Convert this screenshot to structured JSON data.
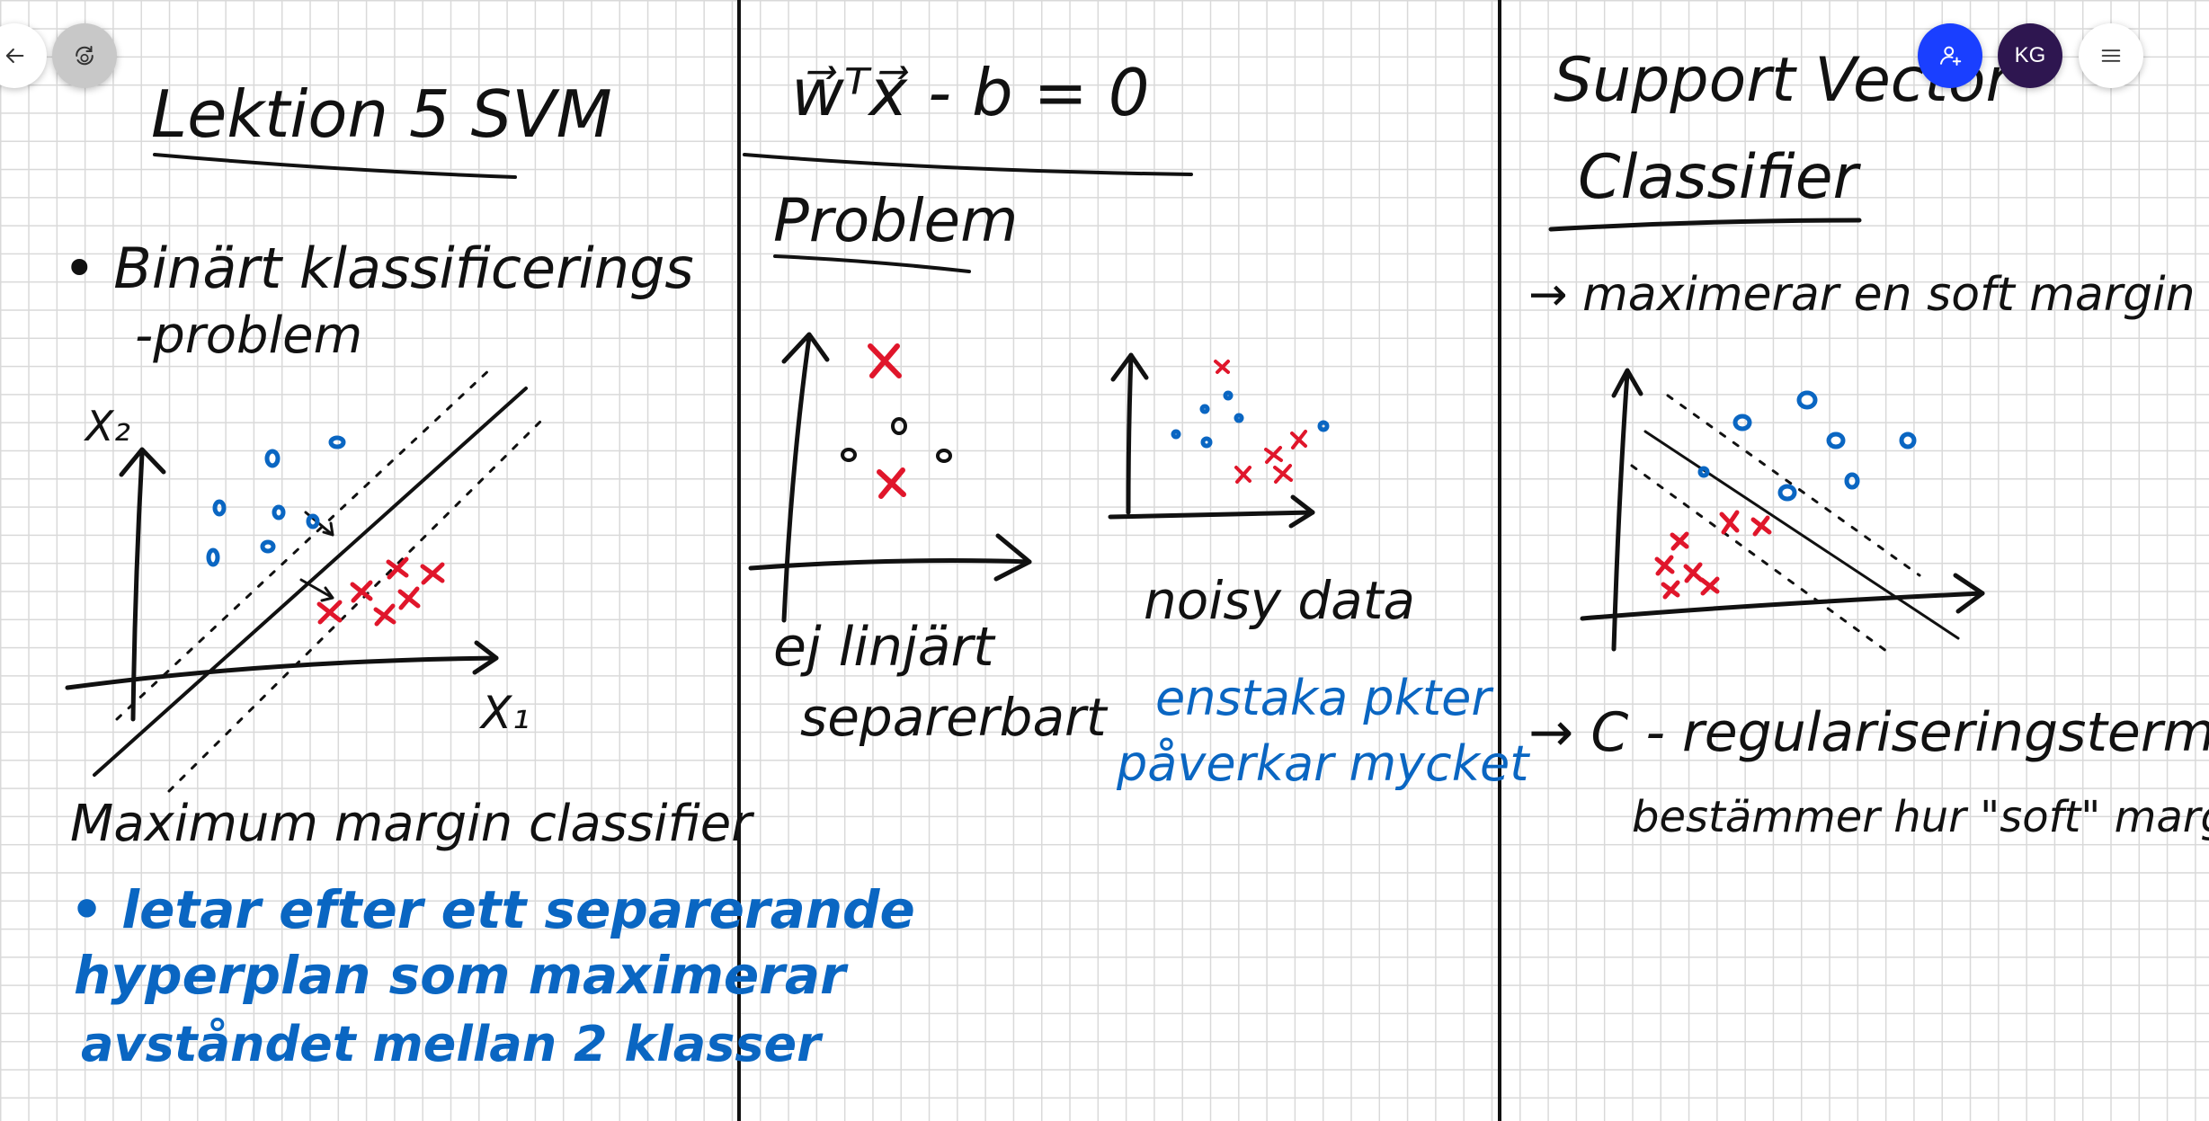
{
  "colors": {
    "share_button": "#1a3fff",
    "avatar_bg": "#2e1650",
    "ink_black": "#111111",
    "ink_blue": "#0a66c2",
    "ink_red": "#e0162b"
  },
  "toolbar": {
    "back_icon": "arrow-left-icon",
    "sync_icon": "sync-icon",
    "share_icon": "add-person-icon",
    "avatar_initials": "KG",
    "menu_icon": "hamburger-menu-icon"
  },
  "page1": {
    "title": "Lektion 5 SVM",
    "bullet1_line1": "• Binärt klassificerings",
    "bullet1_line2": "-problem",
    "axis_y": "X₂",
    "axis_x": "X₁",
    "caption": "Maximum margin classifier",
    "note_line1": "• letar efter ett separerande",
    "note_line2": "hyperplan som maximerar",
    "note_line3": "avståndet mellan 2 klasser"
  },
  "page2": {
    "equation": "w⃗ᵀx⃗ - b = 0",
    "heading": "Problem",
    "label1_line1": "ej linjärt",
    "label1_line2": "separerbart",
    "label2": "noisy data",
    "note_line1": "enstaka pkter",
    "note_line2": "påverkar mycket"
  },
  "page3": {
    "title_line1": "Support Vector",
    "title_line2": "Classifier",
    "point1": "→ maximerar en soft margin",
    "point2": "→ C - regulariseringsterm",
    "point2_sub": "bestämmer hur \"soft\" marginal"
  }
}
